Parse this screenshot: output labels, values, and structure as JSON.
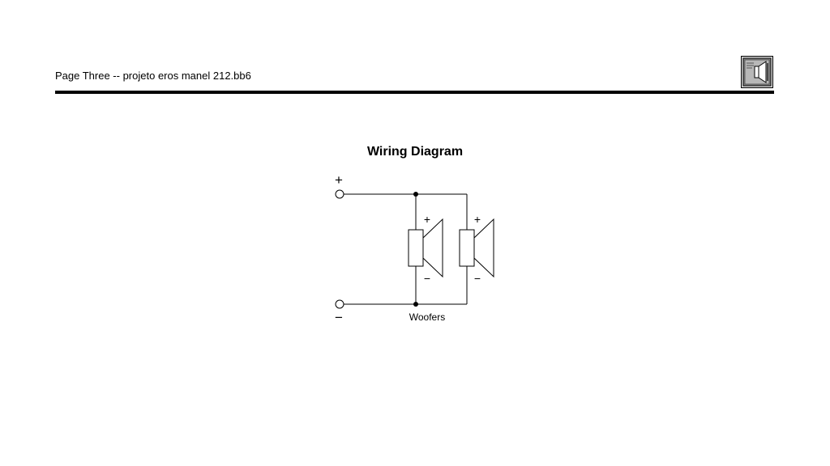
{
  "header": {
    "page_title": "Page Three -- projeto eros manel 212.bb6",
    "logo_icon": "speaker-logo-icon"
  },
  "diagram": {
    "title": "Wiring Diagram",
    "input_plus": "+",
    "input_minus": "−",
    "driver_plus": "+",
    "driver_minus": "−",
    "caption": "Woofers",
    "drivers": [
      {
        "icon": "woofer-speaker-icon"
      },
      {
        "icon": "woofer-speaker-icon"
      }
    ],
    "wiring": "parallel"
  }
}
